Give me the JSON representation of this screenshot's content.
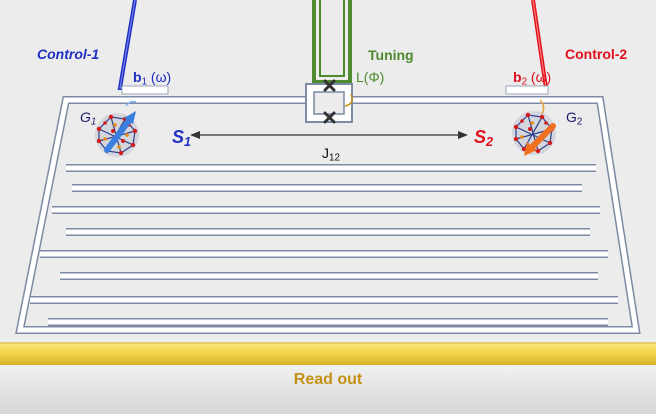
{
  "labels": {
    "control1": "Control-1",
    "control2": "Control-2",
    "tuning": "Tuning",
    "inductance_prefix": "L",
    "inductance_arg": "(Φ)",
    "b1_symbol": "b",
    "b1_sub": "1",
    "b1_arg": " (ω)",
    "b2_symbol": "b",
    "b2_sub": "2",
    "b2_arg": " (ω)",
    "g1_symbol": "G",
    "g1_sub": "1",
    "g2_symbol": "G",
    "g2_sub": "2",
    "s1_symbol": "S",
    "s1_sub": "1",
    "s2_symbol": "S",
    "s2_sub": "2",
    "j_symbol": "J",
    "j_sub": "12",
    "readout": "Read out"
  },
  "colors": {
    "control1": "#1f2fc0",
    "control2": "#e0101c",
    "tuning": "#4e8a2f",
    "readout_line": "#f3d24a",
    "readout_text": "#c49015",
    "resonator": "#ffffff",
    "resonator_edge": "#7c8aa4"
  },
  "icons": {
    "spin1": "blue-spin-arrow-icon",
    "spin2": "orange-spin-arrow-icon",
    "junction": "josephson-junction-cross-icon",
    "molecule": "molecular-cluster-icon"
  }
}
